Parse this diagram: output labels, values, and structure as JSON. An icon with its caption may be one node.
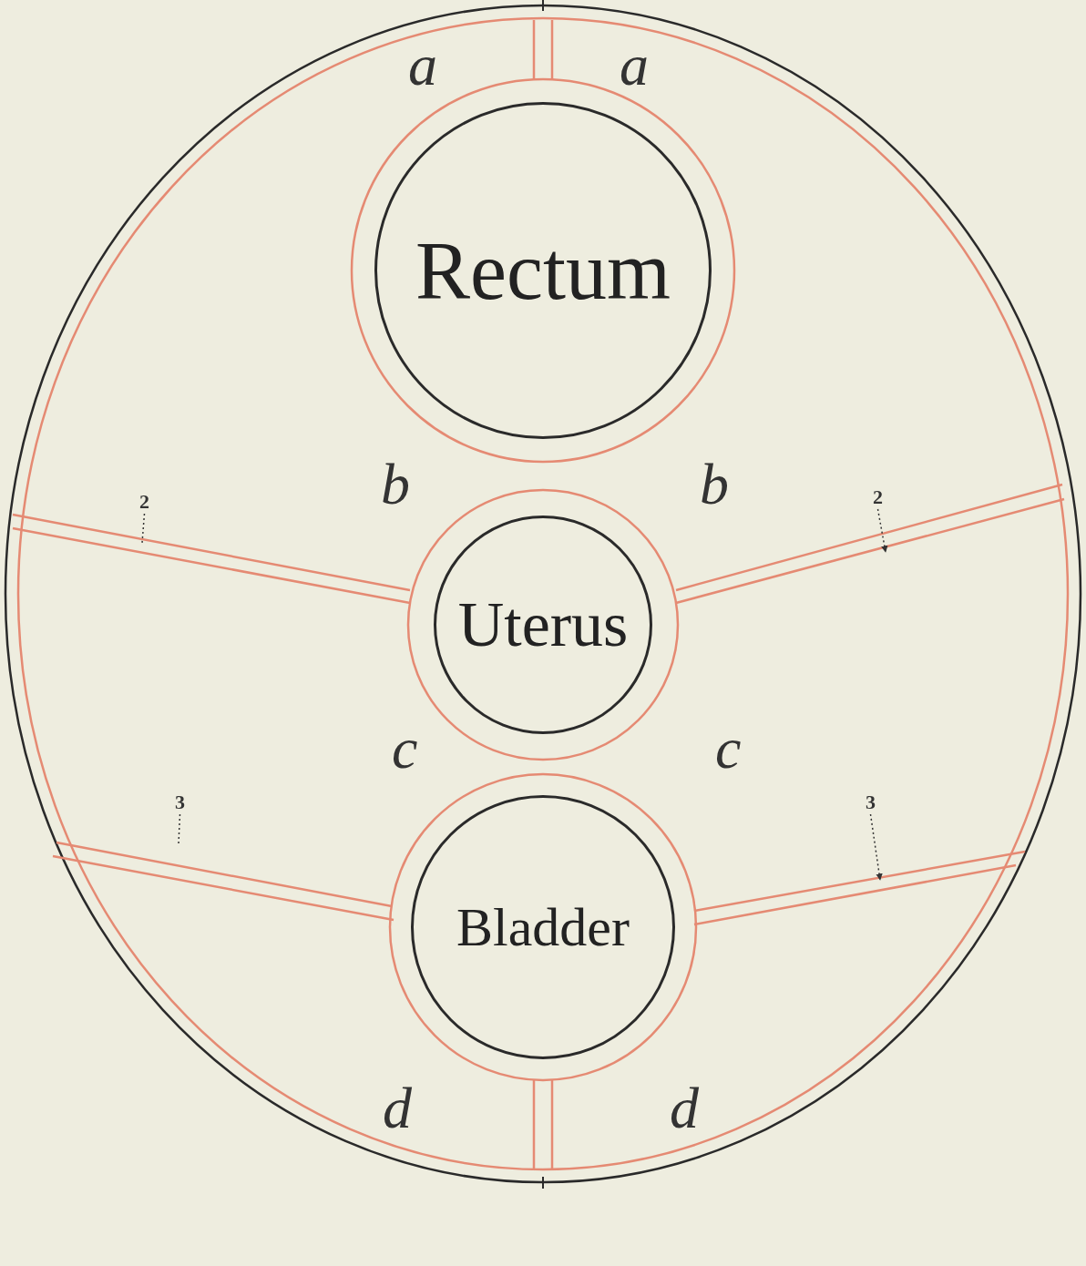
{
  "diagram": {
    "nodes": [
      {
        "text": [
          "Rectum"
        ]
      },
      {
        "text": [
          "Uterus"
        ]
      },
      {
        "text": [
          "Bladder"
        ]
      },
      {
        "text": [
          "2"
        ]
      },
      {
        "text": [
          "2"
        ]
      },
      {
        "text": [
          "3"
        ]
      },
      {
        "text": [
          "3"
        ]
      }
    ],
    "edges": [
      {
        "from": 3,
        "to": null,
        "arrow": "none",
        "style": "dashed"
      },
      {
        "from": 4,
        "to": null,
        "arrow": "to",
        "style": "dashed"
      },
      {
        "from": 5,
        "to": null,
        "arrow": "none",
        "style": "dashed"
      },
      {
        "from": 6,
        "to": null,
        "arrow": "to",
        "style": "dashed"
      }
    ],
    "labels": [
      "a",
      "a",
      "b",
      "b",
      "c",
      "c",
      "d",
      "d"
    ]
  }
}
